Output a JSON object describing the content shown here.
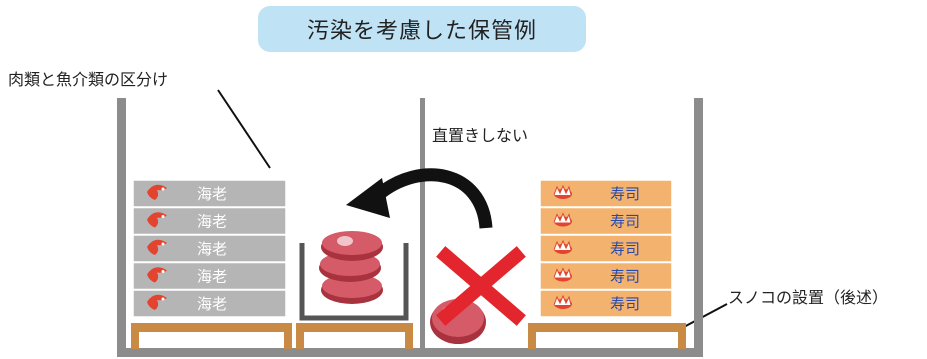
{
  "title": "汚染を考慮した保管例",
  "labels": {
    "separation": "肉類と魚介類の区分け",
    "no_direct_floor": "直置きしない",
    "duckboard": "スノコの設置（後述）"
  },
  "boxes": {
    "shrimp": {
      "text": "海老",
      "count": 5,
      "color": "#b5b5b5"
    },
    "sushi": {
      "text": "寿司",
      "count": 5,
      "color": "#f4b26f"
    }
  },
  "colors": {
    "wall": "#8c8c8c",
    "pallet": "#c98a45",
    "meat": "#c8505d",
    "cross": "#e3262e",
    "arrow": "#111111"
  }
}
